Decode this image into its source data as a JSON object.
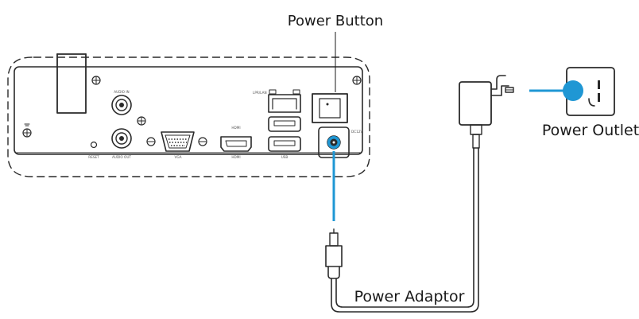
{
  "labels": {
    "power_button": "Power Button",
    "power_outlet": "Power Outlet",
    "power_adaptor": "Power Adaptor"
  },
  "panel_labels": {
    "audio_in": "AUDIO IN",
    "audio_out": "AUDIO OUT",
    "reset": "RESET",
    "vga": "VGA",
    "hdmi": "HDMI",
    "usb": "USB",
    "lan": "LPR/LAN",
    "dc": "DC12V"
  },
  "colors": {
    "accent": "#1f97d4",
    "line": "#2a2a2a",
    "text": "#1a1a1a"
  },
  "icons": [
    "antenna",
    "screw",
    "ground-symbol",
    "audio-jack",
    "vga-port",
    "hdmi-port",
    "ethernet-port",
    "usb-port",
    "power-switch",
    "dc-jack",
    "wall-adapter",
    "wall-outlet"
  ]
}
